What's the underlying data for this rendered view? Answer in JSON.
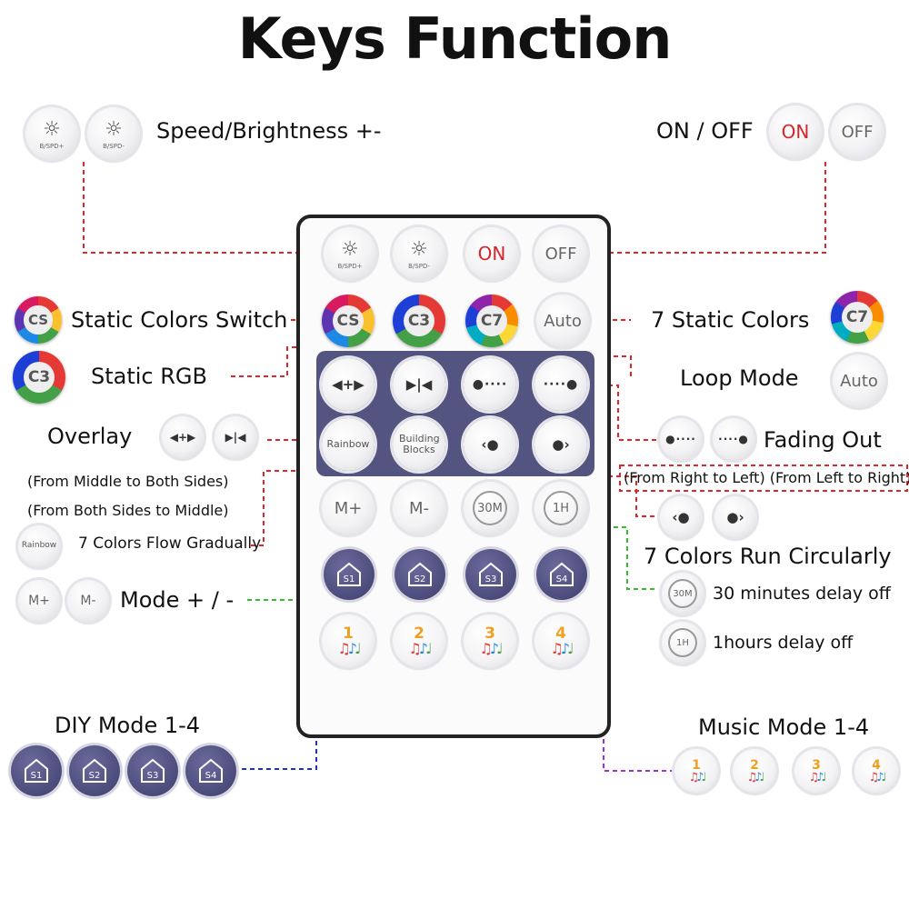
{
  "title": "Keys Function",
  "labels": {
    "speed_brightness": "Speed/Brightness +-",
    "on_off": "ON / OFF",
    "static_colors_switch": "Static Colors Switch",
    "seven_static_colors": "7 Static Colors",
    "static_rgb": "Static RGB",
    "loop_mode": "Loop Mode",
    "overlay": "Overlay",
    "fading_out": "Fading Out",
    "from_middle": "(From Middle to Both Sides)",
    "from_both_sides": "(From Both Sides to  Middle)",
    "from_right_left": "(From Right to Left) (From Left to Right)",
    "seven_colors_flow": "7 Colors Flow Gradually",
    "seven_colors_run": "7 Colors Run Circularly",
    "mode_plus_minus": "Mode + / -",
    "delay_30": "30 minutes delay off",
    "delay_1h": "1hours delay off",
    "diy_mode": "DIY Mode 1-4",
    "music_mode": "Music Mode 1-4"
  },
  "buttons": {
    "on": "ON",
    "off": "OFF",
    "spd_up_cap": "B/SPD+",
    "spd_down_cap": "B/SPD-",
    "cs": "CS",
    "c3": "C3",
    "c7": "C7",
    "auto": "Auto",
    "rainbow": "Rainbow",
    "building_blocks": "Building Blocks",
    "m_plus": "M+",
    "m_minus": "M-",
    "t30": "30M",
    "t1h": "1H",
    "diy": [
      "S1",
      "S2",
      "S3",
      "S4"
    ],
    "music": [
      "1",
      "2",
      "3",
      "4"
    ]
  },
  "colors": {
    "red_line": "#e0262a",
    "green_line": "#2fbf2f",
    "blue_line": "#1e2fd6",
    "purple_line": "#9b2fd6",
    "panel": "#545480",
    "on_off_text": "#d8242a"
  }
}
